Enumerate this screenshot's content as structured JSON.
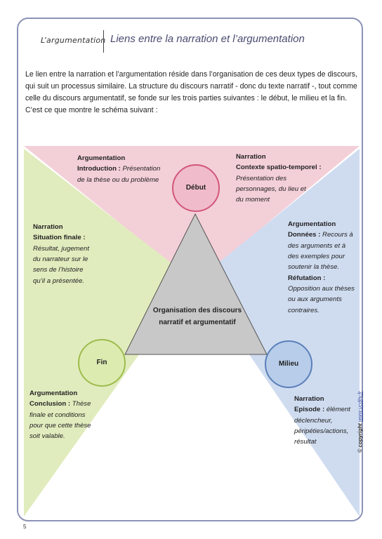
{
  "header": {
    "section": "L’argumentation",
    "title": "Liens entre la narration et l’argumentation"
  },
  "intro": "Le lien entre la narration et l’argumentation réside dans l’organisation de ces deux types de discours, qui suit un processus similaire. La structure du discours narratif - donc du texte narratif -, tout comme celle du discours argumentatif, se fonde sur les trois parties suivantes : le début, le milieu et la fin. C’est ce que montre le schéma suivant :",
  "diagram": {
    "colors": {
      "top": "#f3cfd8",
      "left": "#e1ecbe",
      "right": "#cfdcf0",
      "triangle": "#c8c8c8",
      "circle_pink": "#f0bccb",
      "circle_green": "#dcecb1",
      "circle_blue": "#b7cdea"
    },
    "center": "Organisation des discours narratif et argumentatif",
    "circles": {
      "top": "Début",
      "left": "Fin",
      "right": "Milieu"
    },
    "top_left": {
      "title": "Argumentation",
      "key": "Introduction : ",
      "l1": "Présentation",
      "l2": "de la thèse ou du problème"
    },
    "top_right": {
      "title": "Narration",
      "key": "Contexte spatio-temporel :",
      "l1": "Présentation des",
      "l2": "personnages, du lieu et",
      "l3": "du moment"
    },
    "left_top": {
      "title": "Narration",
      "key": "Situation finale :",
      "l1": "Résultat, jugement",
      "l2": "du narrateur sur le",
      "l3": "sens de l’histoire",
      "l4": "qu’il a présentée."
    },
    "left_bottom": {
      "title": "Argumentation",
      "key": "Conclusion : ",
      "l1": "Thèse",
      "l2": "finale et conditions",
      "l3": "pour que cette thèse",
      "l4": "soit valable."
    },
    "right_top": {
      "title": "Argumentation",
      "key1": "Données : ",
      "l1": "Recours à",
      "l2": "des arguments et à",
      "l3": "des exemples pour",
      "l4": "soutenir la thèse.",
      "key2": "Réfutation :",
      "l5": "Opposition aux thèses",
      "l6": "ou aux arguments",
      "l7": "contraires."
    },
    "right_bottom": {
      "title": "Narration",
      "key": "Episode : ",
      "l1": "élément",
      "l2": "déclencheur,",
      "l3": "péripéties/actions,",
      "l4": "résultat"
    }
  },
  "copyright": {
    "label": "© copyright",
    "site": "www.ucdity.fr"
  },
  "page_number": "5"
}
